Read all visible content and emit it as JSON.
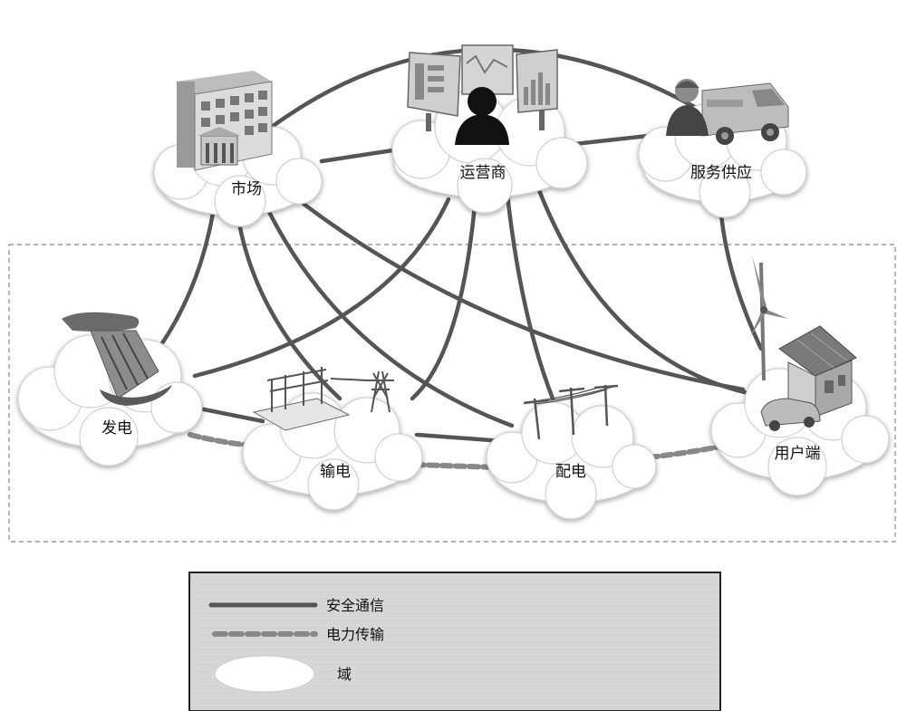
{
  "domains": [
    {
      "id": "market",
      "label": "市场",
      "icon": "office-building-icon"
    },
    {
      "id": "operator",
      "label": "运营商",
      "icon": "operator-workstation-icon"
    },
    {
      "id": "service",
      "label": "服务供应",
      "icon": "service-vehicle-icon"
    },
    {
      "id": "generation",
      "label": "发电",
      "icon": "hydro-dam-icon"
    },
    {
      "id": "transmission",
      "label": "输电",
      "icon": "transmission-substation-icon"
    },
    {
      "id": "distribution",
      "label": "配电",
      "icon": "distribution-pole-icon"
    },
    {
      "id": "customer",
      "label": "用户端",
      "icon": "smart-home-icon"
    }
  ],
  "secure_links": [
    [
      "market",
      "operator"
    ],
    [
      "operator",
      "service"
    ],
    [
      "market",
      "service"
    ],
    [
      "market",
      "generation"
    ],
    [
      "market",
      "transmission"
    ],
    [
      "market",
      "distribution"
    ],
    [
      "market",
      "customer"
    ],
    [
      "operator",
      "generation"
    ],
    [
      "operator",
      "transmission"
    ],
    [
      "operator",
      "distribution"
    ],
    [
      "operator",
      "customer"
    ],
    [
      "service",
      "customer"
    ],
    [
      "generation",
      "transmission"
    ],
    [
      "transmission",
      "distribution"
    ]
  ],
  "power_links": [
    [
      "generation",
      "transmission"
    ],
    [
      "transmission",
      "distribution"
    ],
    [
      "distribution",
      "customer"
    ]
  ],
  "legend": {
    "secure_communication": "安全通信",
    "power_transmission": "电力传输",
    "domain": "域"
  },
  "colors": {
    "link": "#555555",
    "cloud": "#ffffff",
    "cloud_edge": "#cfcfcf",
    "legend_bg": "#d9d9d9",
    "power_dash": "#777777"
  }
}
